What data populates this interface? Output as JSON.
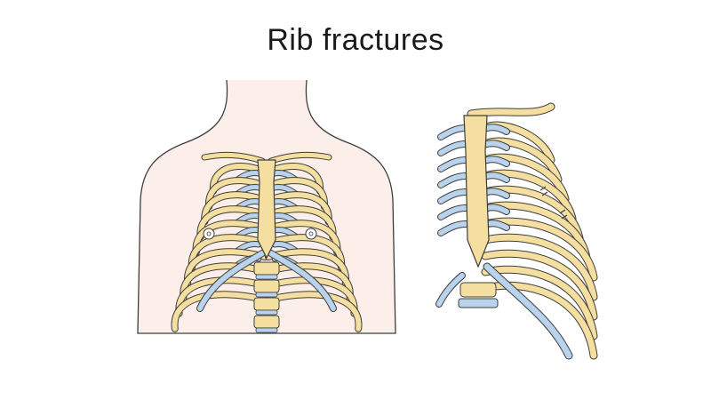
{
  "slide": {
    "title": "Rib fractures"
  },
  "colors": {
    "bone": "#f5dfa0",
    "cartilage": "#b9d3ec",
    "outline": "#3d3d3d",
    "skin": "#fcefe9"
  },
  "illustrations": [
    {
      "name": "torso-rib-cage",
      "icon": "torso-rib-cage-drawing"
    },
    {
      "name": "rib-cage-closeup",
      "icon": "rib-cage-side-closeup-drawing"
    }
  ]
}
